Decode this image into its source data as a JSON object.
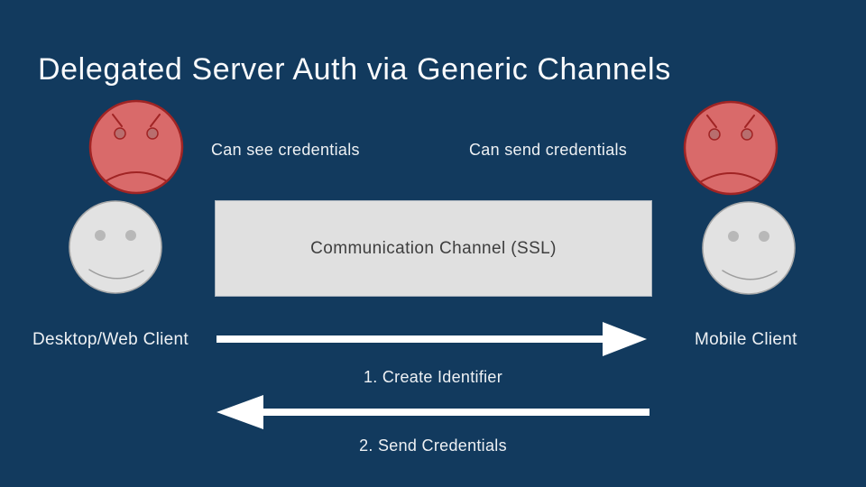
{
  "slide": {
    "title": "Delegated Server Auth via Generic Channels",
    "left_actor": {
      "label": "Desktop/Web Client",
      "attacker_note": "Can see credentials"
    },
    "right_actor": {
      "label": "Mobile Client",
      "attacker_note": "Can send credentials"
    },
    "channel": {
      "label": "Communication Channel (SSL)"
    },
    "messages": [
      {
        "step": "1. Create Identifier",
        "direction": "right"
      },
      {
        "step": "2. Send Credentials",
        "direction": "left"
      }
    ],
    "colors": {
      "background": "#123a5e",
      "title_text": "#fafbfd",
      "body_text": "#eef1f4",
      "attacker_face": "#d96a6a",
      "attacker_eye": "#b86e6e",
      "attacker_outline": "#a02424",
      "client_face": "#e2e2e2",
      "client_eye": "#b8b8b8",
      "client_outline": "#a8a8a8",
      "client_mouth": "#9e9e9e",
      "channel_fill": "#e0e0e0",
      "channel_border": "#a9b3bd",
      "channel_text": "#3e3e3e",
      "arrow": "#ffffff"
    }
  }
}
